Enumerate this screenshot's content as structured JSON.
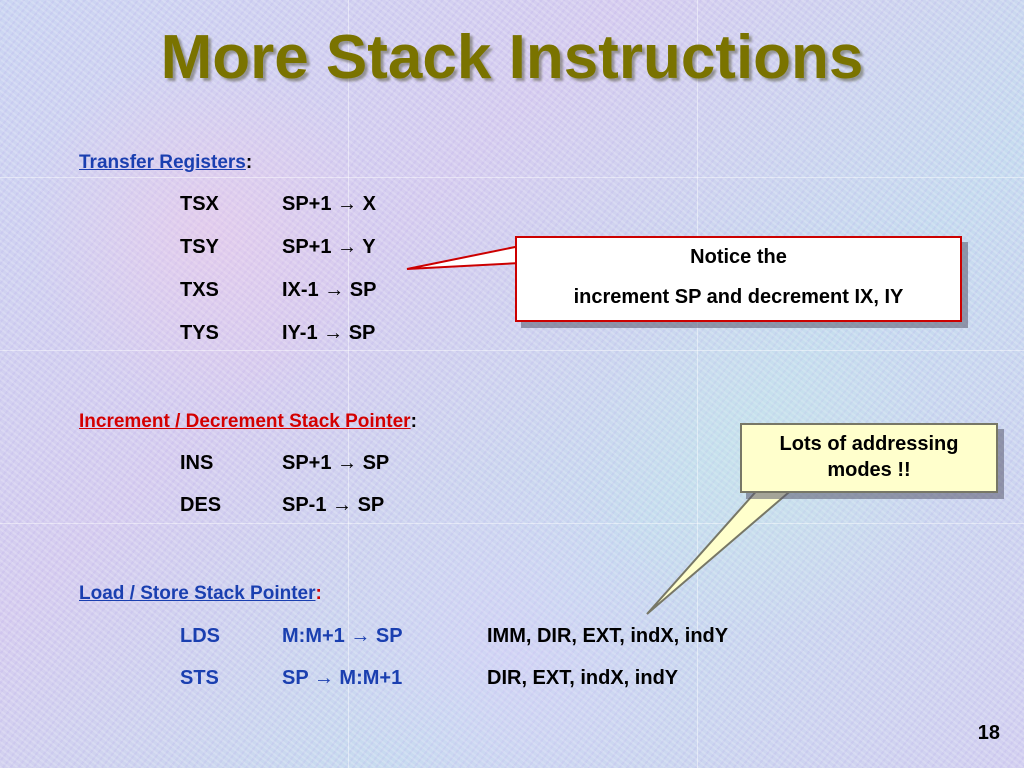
{
  "slide": {
    "title": "More Stack Instructions",
    "page_number": "18",
    "colors": {
      "title": "#7a7300",
      "section_blue": "#1a3fb0",
      "section_red": "#d40000"
    }
  },
  "transfer": {
    "header": "Transfer Registers",
    "colon": ":",
    "rows": [
      {
        "mnemonic": "TSX",
        "operation": "SP+1 → X"
      },
      {
        "mnemonic": "TSY",
        "operation": "SP+1 → Y"
      },
      {
        "mnemonic": "TXS",
        "operation": "IX-1 → SP"
      },
      {
        "mnemonic": "TYS",
        "operation": "IY-1 → SP"
      }
    ]
  },
  "incdec": {
    "header": "Increment / Decrement Stack Pointer",
    "colon": ":",
    "rows": [
      {
        "mnemonic": "INS",
        "operation": "SP+1 → SP"
      },
      {
        "mnemonic": "DES",
        "operation": "SP-1 → SP"
      }
    ]
  },
  "loadstore": {
    "header": "Load / Store Stack Pointer",
    "colon": ":",
    "rows": [
      {
        "mnemonic": "LDS",
        "operation": "M:M+1 → SP",
        "modes": "IMM, DIR, EXT, indX, indY"
      },
      {
        "mnemonic": "STS",
        "operation": "SP → M:M+1",
        "modes": "DIR, EXT, indX, indY"
      }
    ]
  },
  "callouts": {
    "notice": {
      "line1": "Notice the",
      "line2": "increment SP and decrement IX, IY"
    },
    "modes": {
      "line1": "Lots of addressing",
      "line2": "modes !!"
    }
  }
}
